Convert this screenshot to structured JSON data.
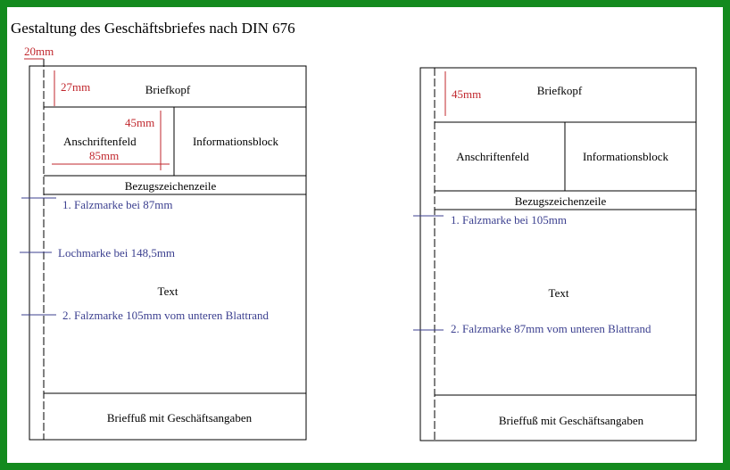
{
  "title": "Gestaltung des Geschäftsbriefes nach DIN 676",
  "colors": {
    "frame": "#138a1e",
    "dimension": "#c0272d",
    "marker": "#3b3f8f",
    "line": "#000000"
  },
  "left_diagram": {
    "left_margin_label": "20mm",
    "top_label": "27mm",
    "briefkopf": "Briefkopf",
    "address_height": "45mm",
    "anschriftenfeld": "Anschriftenfeld",
    "address_width": "85mm",
    "informationsblock": "Informationsblock",
    "bezugszeichenzeile": "Bezugszeichenzeile",
    "fold1": "1. Falzmarke bei 87mm",
    "punch": "Lochmarke bei 148,5mm",
    "text": "Text",
    "fold2": "2. Falzmarke 105mm vom unteren Blattrand",
    "footer": "Brieffuß mit Geschäftsangaben"
  },
  "right_diagram": {
    "top_label": "45mm",
    "briefkopf": "Briefkopf",
    "anschriftenfeld": "Anschriftenfeld",
    "informationsblock": "Informationsblock",
    "bezugszeichenzeile": "Bezugszeichenzeile",
    "fold1": "1. Falzmarke bei 105mm",
    "text": "Text",
    "fold2": "2. Falzmarke 87mm vom unteren Blattrand",
    "footer": "Brieffuß mit Geschäftsangaben"
  }
}
